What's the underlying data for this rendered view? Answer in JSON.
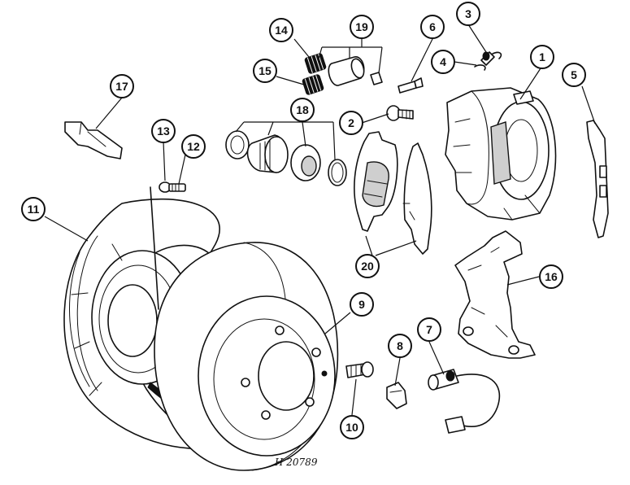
{
  "diagram": {
    "reference_code": "H 20789",
    "callouts": [
      {
        "id": "callout-1",
        "label": "1"
      },
      {
        "id": "callout-2",
        "label": "2"
      },
      {
        "id": "callout-3",
        "label": "3"
      },
      {
        "id": "callout-4",
        "label": "4"
      },
      {
        "id": "callout-5",
        "label": "5"
      },
      {
        "id": "callout-6",
        "label": "6"
      },
      {
        "id": "callout-7",
        "label": "7"
      },
      {
        "id": "callout-8",
        "label": "8"
      },
      {
        "id": "callout-9",
        "label": "9"
      },
      {
        "id": "callout-10",
        "label": "10"
      },
      {
        "id": "callout-11",
        "label": "11"
      },
      {
        "id": "callout-12",
        "label": "12"
      },
      {
        "id": "callout-13",
        "label": "13"
      },
      {
        "id": "callout-14",
        "label": "14"
      },
      {
        "id": "callout-15",
        "label": "15"
      },
      {
        "id": "callout-16",
        "label": "16"
      },
      {
        "id": "callout-17",
        "label": "17"
      },
      {
        "id": "callout-18",
        "label": "18"
      },
      {
        "id": "callout-19",
        "label": "19"
      },
      {
        "id": "callout-20",
        "label": "20"
      }
    ]
  }
}
